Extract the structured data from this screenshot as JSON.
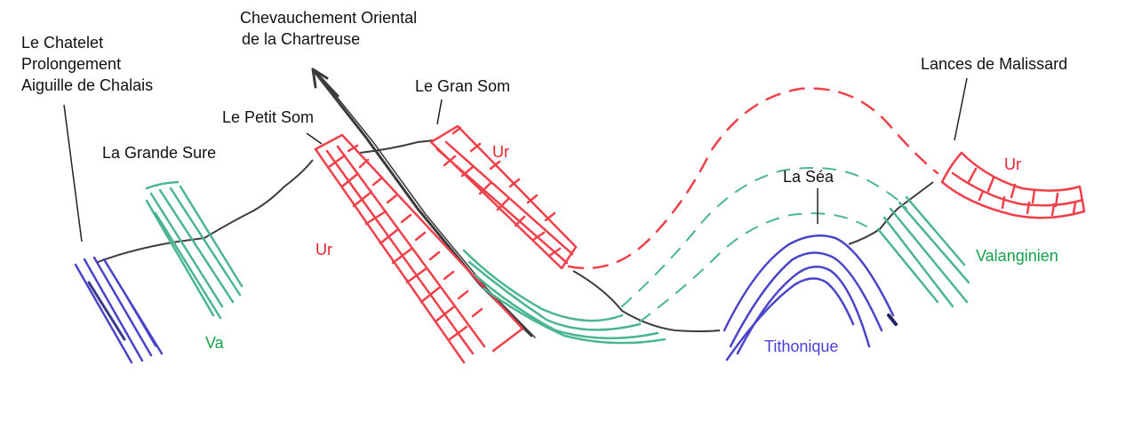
{
  "colors": {
    "urgonien": "#f0404a",
    "valanginien": "#4bb593",
    "tithonique": "#4a45c8",
    "surface": "#3d3b44",
    "fault": "#3a3a3a",
    "text_black": "#111111",
    "text_red": "#e8232b",
    "text_green": "#16a24a",
    "text_blue": "#4a3fd6"
  },
  "labels": {
    "chatelet": [
      "Le Chatelet",
      "Prolongement",
      "Aiguille de Chalais"
    ],
    "chevauchement": [
      "Chevauchement Oriental",
      "de la Chartreuse"
    ],
    "grande_sure": "La Grande Sure",
    "petit_som": "Le Petit Som",
    "gran_som": "Le Gran Som",
    "lances": "Lances de Malissard",
    "sea": "La Séa",
    "ur_left": "Ur",
    "ur_gran_som": "Ur",
    "ur_right": "Ur",
    "va": "Va",
    "valanginien": "Valanginien",
    "tithonique": "Tithonique"
  }
}
